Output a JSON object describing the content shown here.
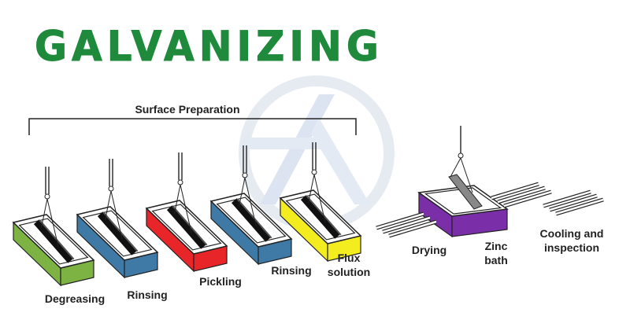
{
  "title": "GALVANIZING",
  "group_label": "Surface Preparation",
  "steps": [
    {
      "label": [
        "Degreasing"
      ],
      "color": "#7cb342"
    },
    {
      "label": [
        "Rinsing"
      ],
      "color": "#3f7aa6"
    },
    {
      "label": [
        "Pickling"
      ],
      "color": "#e8262a"
    },
    {
      "label": [
        "Rinsing"
      ],
      "color": "#3f7aa6"
    },
    {
      "label": [
        "Flux",
        "solution"
      ],
      "color": "#f3ec1f"
    },
    {
      "label": [
        "Drying"
      ],
      "color": ""
    },
    {
      "label": [
        "Zinc",
        "bath"
      ],
      "color": "#7a2fa8"
    },
    {
      "label": [
        "Cooling and",
        "inspection"
      ],
      "color": ""
    }
  ]
}
